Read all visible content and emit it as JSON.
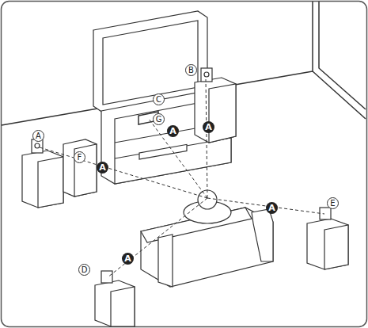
{
  "diagram": {
    "labels": [
      "A",
      "B",
      "C",
      "D",
      "E",
      "F",
      "G",
      "A",
      "A",
      "A",
      "A",
      "A"
    ]
  }
}
